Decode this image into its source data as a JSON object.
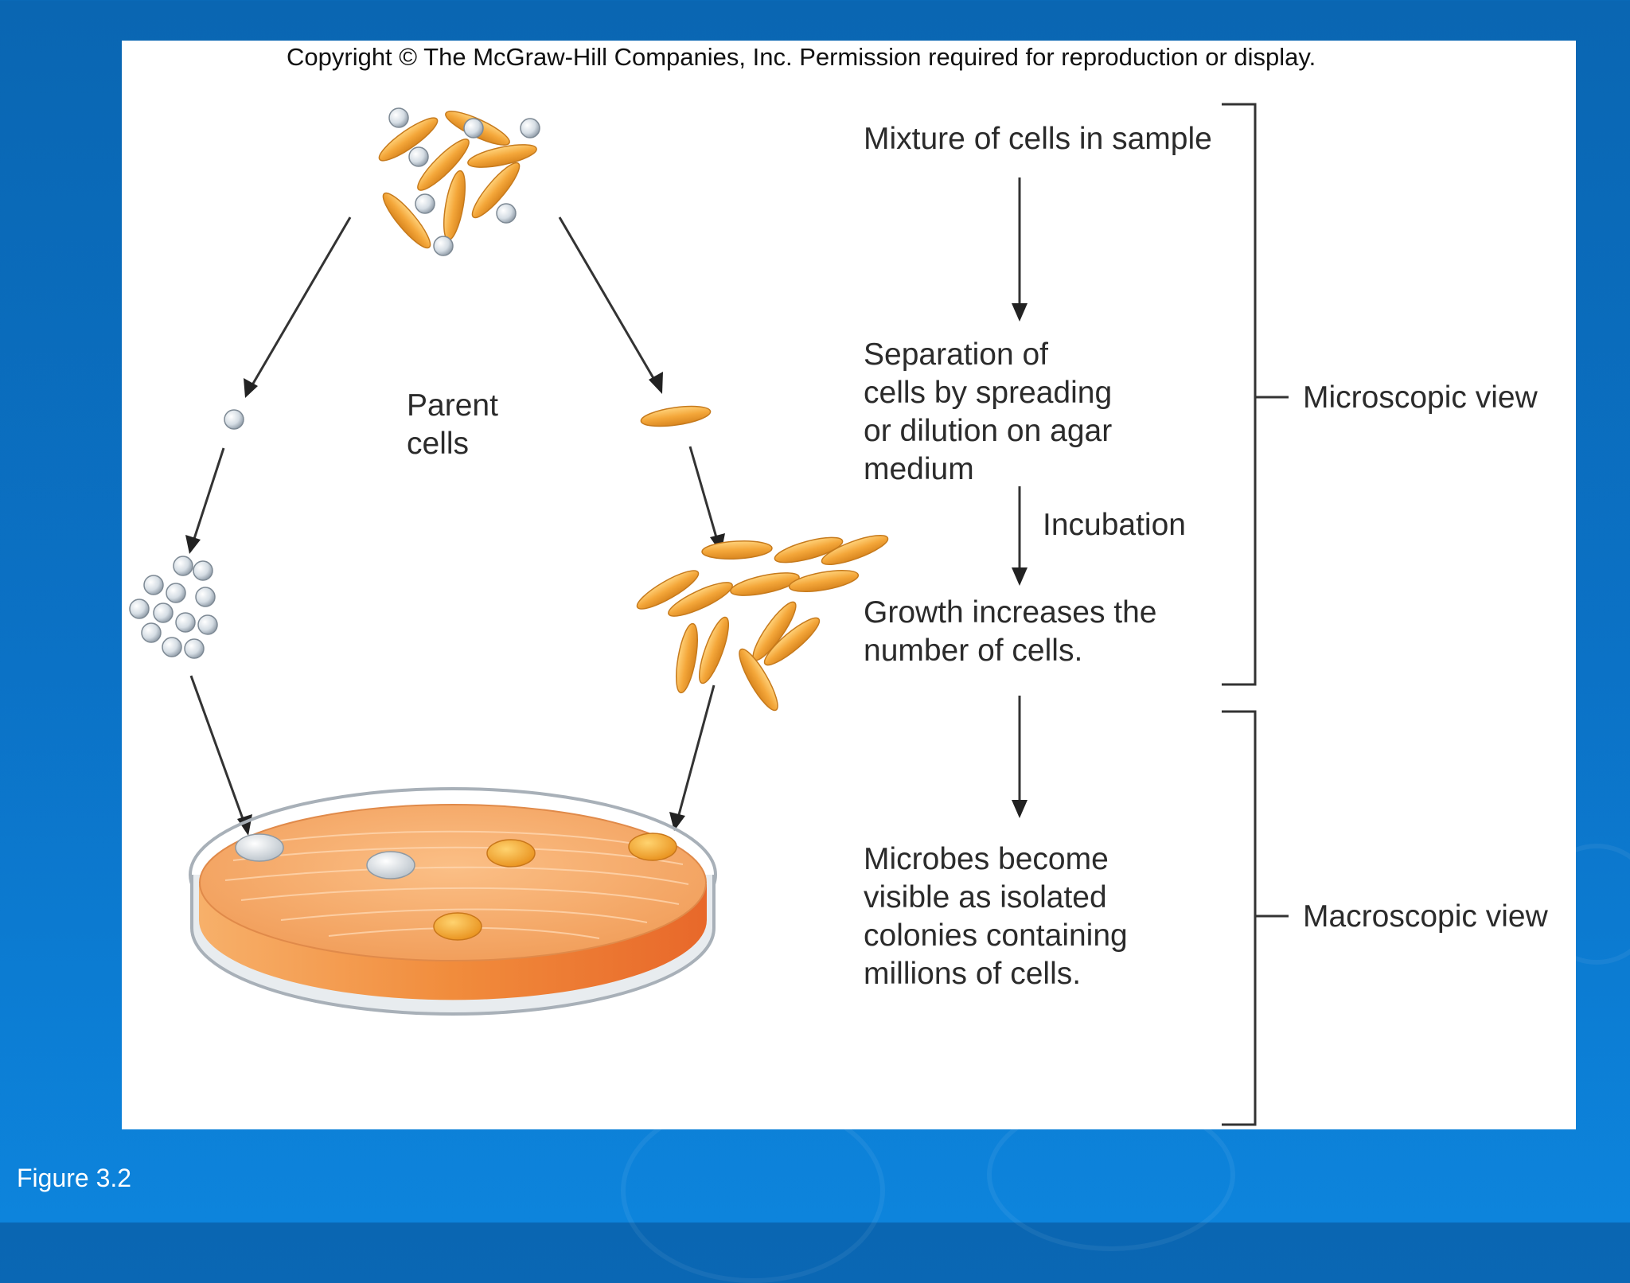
{
  "copyright": "Copyright © The McGraw-Hill Companies, Inc. Permission required for reproduction or display.",
  "steps": {
    "mixture": "Mixture of cells in sample",
    "separation": [
      "Separation of",
      "cells by spreading",
      "or dilution on agar",
      "medium"
    ],
    "incubation": "Incubation",
    "growth": [
      "Growth increases the",
      "number of cells."
    ],
    "microbes": [
      "Microbes become",
      "visible as isolated",
      "colonies containing",
      "millions of cells."
    ]
  },
  "parent_cells": [
    "Parent",
    "cells"
  ],
  "brackets": {
    "microscopic": "Microscopic view",
    "macroscopic": "Macroscopic view"
  },
  "figure_label": "Figure 3.2",
  "colors": {
    "rod": "#f2a93b",
    "coccus": "#dfe6ec",
    "agar": "#f08a3a"
  }
}
